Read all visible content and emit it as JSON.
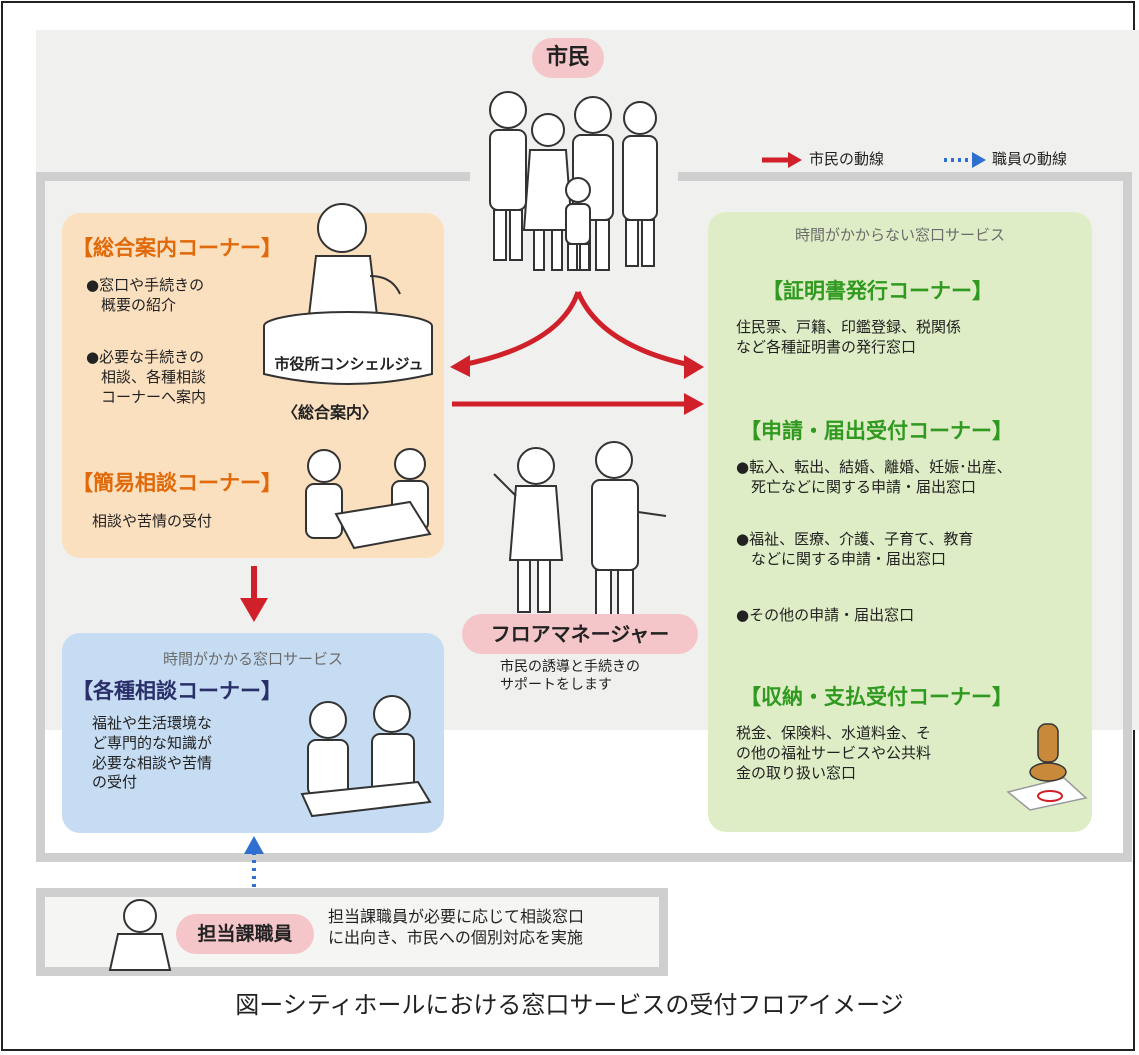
{
  "citizens_label": "市民",
  "legend": {
    "citizen_flow": "市民の動線",
    "staff_flow": "職員の動線",
    "citizen_color": "#d0202a",
    "staff_color": "#2f6fcf"
  },
  "general_info": {
    "title": "【総合案内コーナー】",
    "item1": "●窓口や手続きの\n　概要の紹介",
    "item2": "●必要な手続きの\n　相談、各種相談\n　コーナーへ案内",
    "desk_label": "市役所コンシェルジュ",
    "desk_caption": "〈総合案内〉"
  },
  "simple_consult": {
    "title": "【簡易相談コーナー】",
    "desc": "相談や苦情の受付"
  },
  "long_service": {
    "header": "時間がかかる窓口サービス",
    "title": "【各種相談コーナー】",
    "desc": "福祉や生活環境な\nど専門的な知識が\n必要な相談や苦情\nの受付"
  },
  "quick_service": {
    "header": "時間がかからない窓口サービス",
    "cert_title": "【証明書発行コーナー】",
    "cert_desc": "住民票、戸籍、印鑑登録、税関係\nなど各種証明書の発行窓口",
    "app_title": "【申請・届出受付コーナー】",
    "app_item1": "●転入、転出、結婚、離婚、妊娠･出産、\n　死亡などに関する申請・届出窓口",
    "app_item2": "●福祉、医療、介護、子育て、教育\n　などに関する申請・届出窓口",
    "app_item3": "●その他の申請・届出窓口",
    "pay_title": "【収納・支払受付コーナー】",
    "pay_desc": "税金、保険料、水道料金、そ\nの他の福祉サービスや公共料\n金の取り扱い窓口"
  },
  "floor_manager": {
    "label": "フロアマネージャー",
    "desc": "市民の誘導と手続きの\nサポートをします"
  },
  "staff": {
    "label": "担当課職員",
    "desc": "担当課職員が必要に応じて相談窓口\nに出向き、市民への個別対応を実施"
  },
  "caption": "図ーシティホールにおける窓口サービスの受付フロアイメージ"
}
